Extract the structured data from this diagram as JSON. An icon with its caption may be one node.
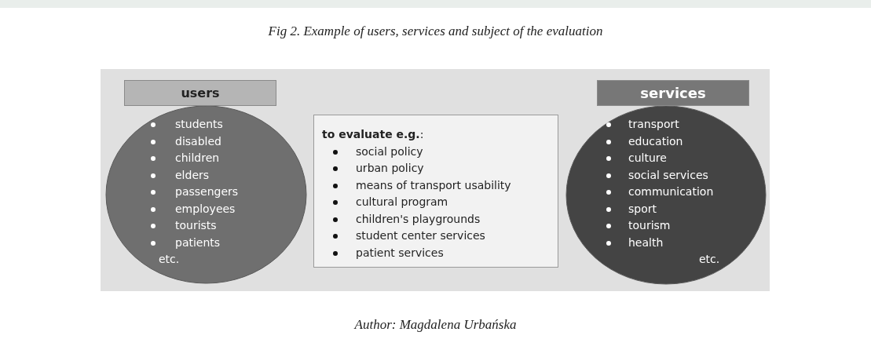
{
  "diagram": {
    "title": "Fig 2. Example of users, services and subject of the evaluation",
    "caption": "Author: Magdalena Urbańska",
    "nodes": [
      {
        "text": [
          "users"
        ]
      },
      {
        "text": [
          "students",
          "disabled",
          "children",
          "elders",
          "passengers",
          "employees",
          "tourists",
          "patients",
          "etc."
        ]
      },
      {
        "text": [
          "**to evaluate e.g.**:",
          "social policy",
          "urban policy",
          "means of transport usability",
          "cultural program",
          "children's playgrounds",
          "student center services",
          "patient services"
        ]
      },
      {
        "text": [
          "services"
        ]
      },
      {
        "text": [
          "transport",
          "education",
          "culture",
          "social services",
          "communication",
          "sport",
          "tourism",
          "health",
          "etc."
        ]
      }
    ],
    "edges": []
  }
}
